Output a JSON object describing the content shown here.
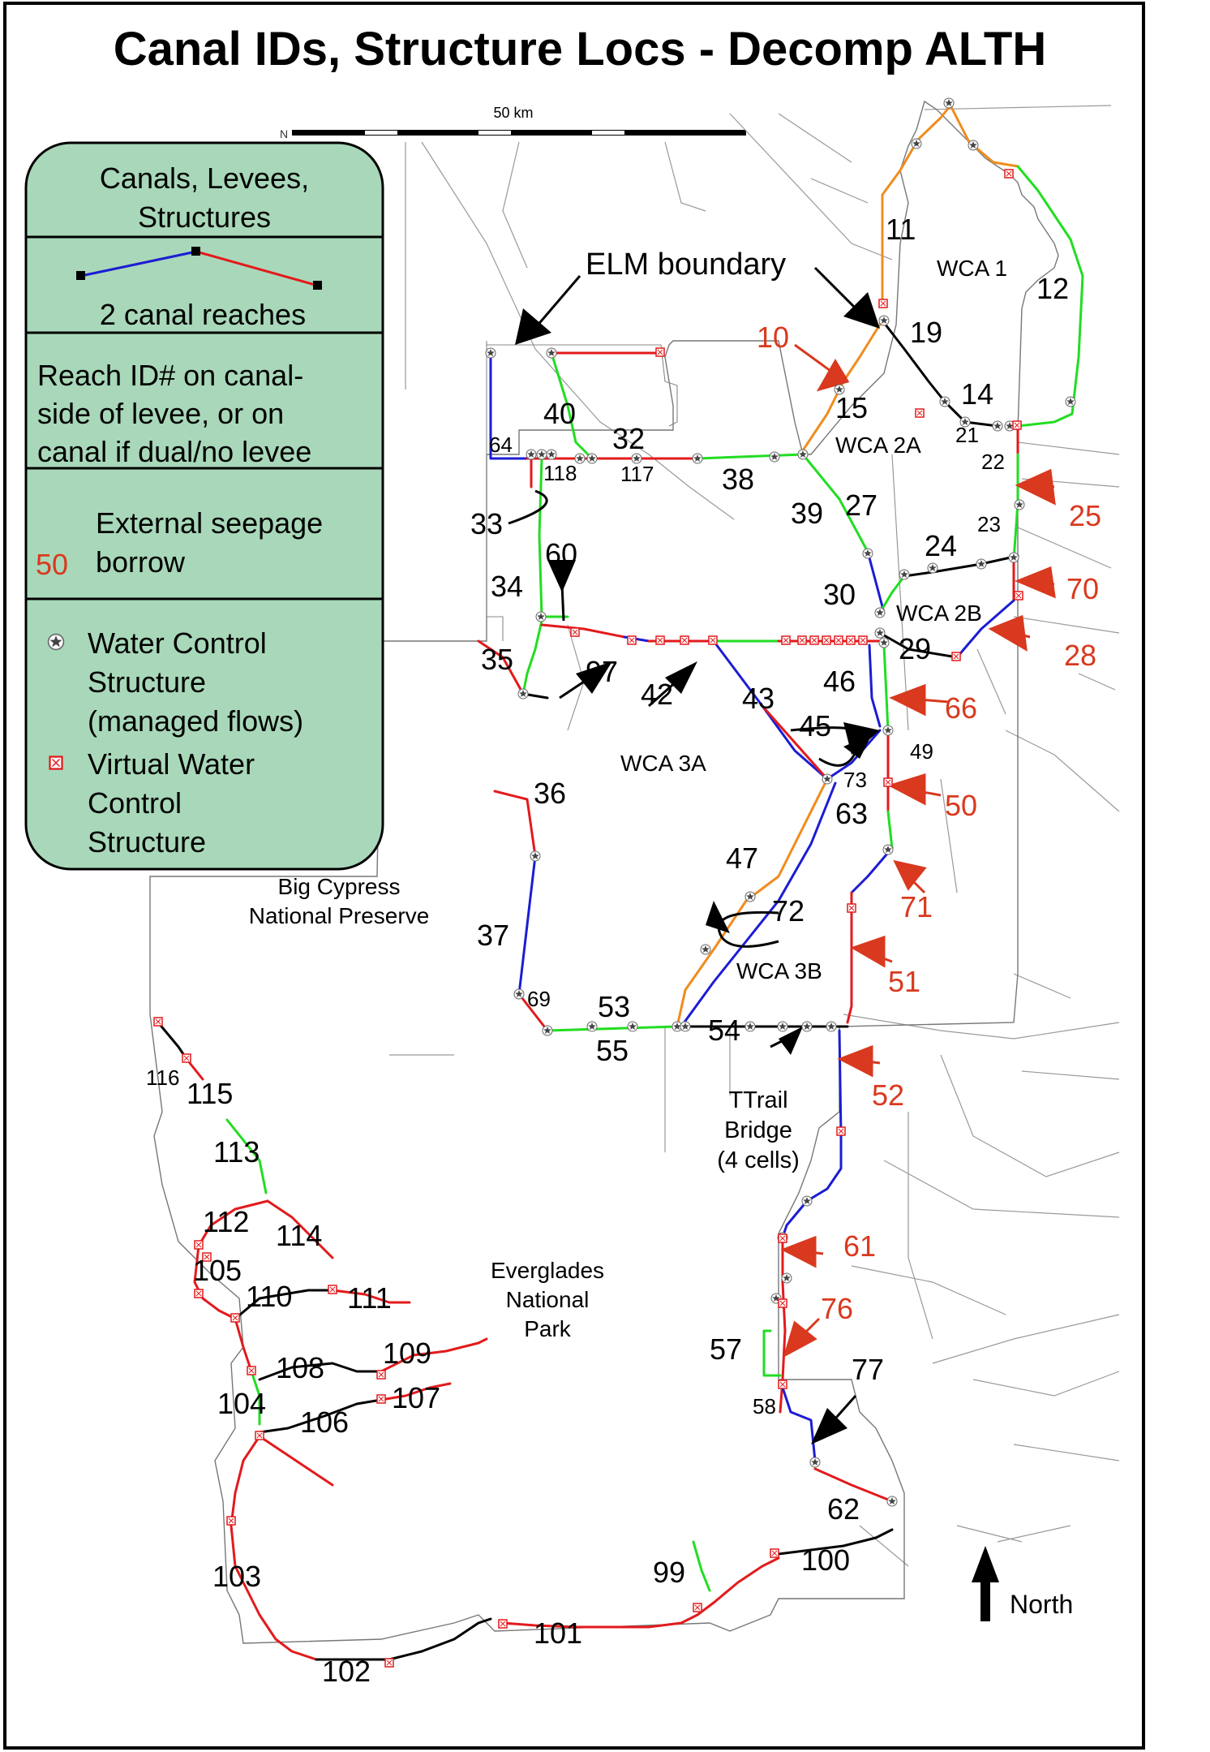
{
  "title": "Canal IDs, Structure Locs - Decomp ALTH",
  "scale_bar": {
    "label": "50 km",
    "north_mark": "N"
  },
  "legend": {
    "section1": [
      "Canals, Levees,",
      "Structures"
    ],
    "section2": "2 canal reaches",
    "section3": [
      "Reach ID# on canal-",
      "side of levee, or on",
      "canal if dual/no levee"
    ],
    "section4": {
      "number": "50",
      "lines": [
        "External seepage",
        "borrow"
      ]
    },
    "section5": [
      "Water Control",
      "Structure",
      "(managed flows)"
    ],
    "section6": [
      "Virtual Water",
      "Control",
      "Structure"
    ]
  },
  "callouts": {
    "elm_boundary": "ELM boundary",
    "ttrail": [
      "TTrail",
      "Bridge",
      "(4 cells)"
    ]
  },
  "area_labels": {
    "wca1": "WCA 1",
    "wca2a": "WCA 2A",
    "wca2b": "WCA 2B",
    "wca3a": "WCA 3A",
    "wca3b": "WCA 3B",
    "big_cypress": [
      "Big Cypress",
      "National Preserve"
    ],
    "everglades": [
      "Everglades",
      "National",
      "Park"
    ]
  },
  "north_label": "North",
  "reach_ids": [
    {
      "id": "11",
      "size": "l"
    },
    {
      "id": "12",
      "size": "l"
    },
    {
      "id": "19",
      "size": "l"
    },
    {
      "id": "15",
      "size": "l"
    },
    {
      "id": "14",
      "size": "l"
    },
    {
      "id": "21",
      "size": "s"
    },
    {
      "id": "22",
      "size": "s"
    },
    {
      "id": "23",
      "size": "s"
    },
    {
      "id": "40",
      "size": "l"
    },
    {
      "id": "64",
      "size": "s"
    },
    {
      "id": "118",
      "size": "s"
    },
    {
      "id": "32",
      "size": "l"
    },
    {
      "id": "117",
      "size": "s"
    },
    {
      "id": "38",
      "size": "l"
    },
    {
      "id": "39",
      "size": "l"
    },
    {
      "id": "27",
      "size": "l"
    },
    {
      "id": "33",
      "size": "l"
    },
    {
      "id": "60",
      "size": "l"
    },
    {
      "id": "34",
      "size": "l"
    },
    {
      "id": "24",
      "size": "l"
    },
    {
      "id": "30",
      "size": "l"
    },
    {
      "id": "35",
      "size": "l"
    },
    {
      "id": "97",
      "size": "l"
    },
    {
      "id": "42",
      "size": "l"
    },
    {
      "id": "43",
      "size": "l"
    },
    {
      "id": "46",
      "size": "l"
    },
    {
      "id": "29",
      "size": "l"
    },
    {
      "id": "45",
      "size": "l"
    },
    {
      "id": "49",
      "size": "s"
    },
    {
      "id": "73",
      "size": "s"
    },
    {
      "id": "63",
      "size": "l"
    },
    {
      "id": "36",
      "size": "l"
    },
    {
      "id": "47",
      "size": "l"
    },
    {
      "id": "72",
      "size": "l"
    },
    {
      "id": "37",
      "size": "l"
    },
    {
      "id": "69",
      "size": "s"
    },
    {
      "id": "53",
      "size": "l"
    },
    {
      "id": "55",
      "size": "l"
    },
    {
      "id": "54",
      "size": "l"
    },
    {
      "id": "116",
      "size": "s"
    },
    {
      "id": "115",
      "size": "l"
    },
    {
      "id": "113",
      "size": "l"
    },
    {
      "id": "112",
      "size": "l"
    },
    {
      "id": "114",
      "size": "l"
    },
    {
      "id": "105",
      "size": "l"
    },
    {
      "id": "110",
      "size": "l"
    },
    {
      "id": "111",
      "size": "l"
    },
    {
      "id": "108",
      "size": "l"
    },
    {
      "id": "109",
      "size": "l"
    },
    {
      "id": "104",
      "size": "l"
    },
    {
      "id": "107",
      "size": "l"
    },
    {
      "id": "106",
      "size": "l"
    },
    {
      "id": "57",
      "size": "l"
    },
    {
      "id": "58",
      "size": "s"
    },
    {
      "id": "77",
      "size": "l"
    },
    {
      "id": "62",
      "size": "l"
    },
    {
      "id": "103",
      "size": "l"
    },
    {
      "id": "99",
      "size": "l"
    },
    {
      "id": "100",
      "size": "l"
    },
    {
      "id": "101",
      "size": "l"
    },
    {
      "id": "102",
      "size": "l"
    }
  ],
  "seepage_ids": [
    "10",
    "25",
    "70",
    "28",
    "66",
    "50",
    "71",
    "51",
    "52",
    "61",
    "76"
  ],
  "colors": {
    "legend_fill": "#a8d8b9",
    "red": "#e31a1c",
    "orange": "#f08c1e",
    "blue": "#1c1cd4",
    "green": "#22dd22",
    "black": "#000000",
    "seepage": "#d9391e",
    "boundary": "#8a8a8a"
  }
}
